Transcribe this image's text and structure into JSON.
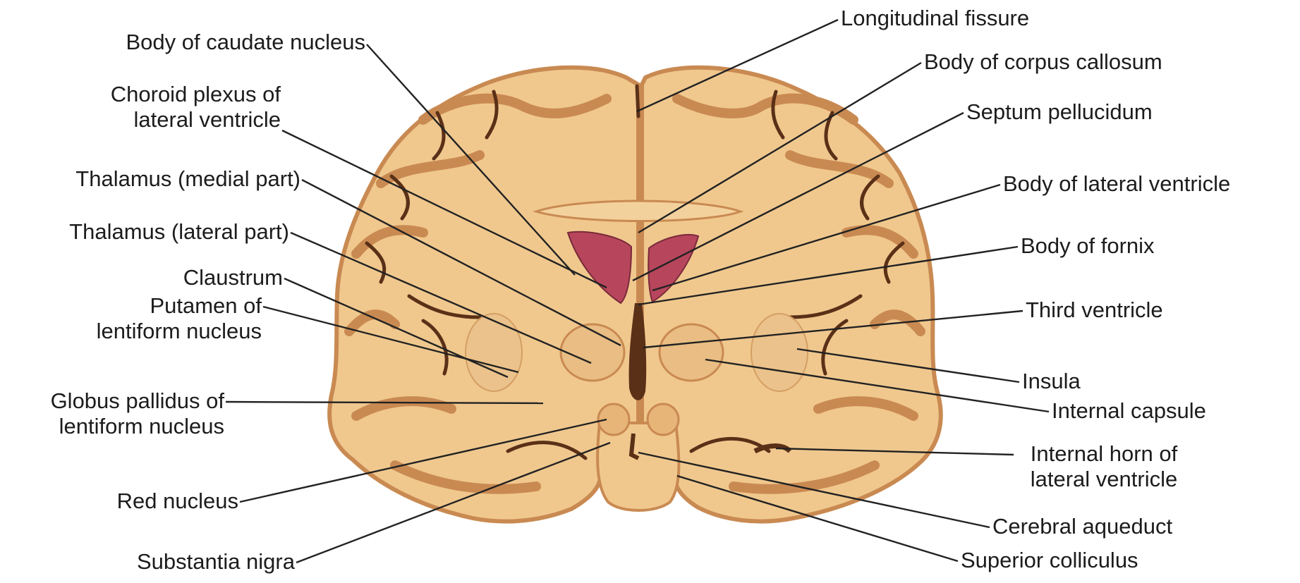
{
  "diagram": {
    "left_labels": [
      {
        "id": "body-caudate",
        "text": "Body of caudate nucleus"
      },
      {
        "id": "choroid-plexus",
        "text": "Choroid plexus of\nlateral ventricle"
      },
      {
        "id": "thalamus-medial",
        "text": "Thalamus (medial part)"
      },
      {
        "id": "thalamus-lateral",
        "text": "Thalamus (lateral part)"
      },
      {
        "id": "claustrum",
        "text": "Claustrum"
      },
      {
        "id": "putamen",
        "text": "Putamen of\nlentiform nucleus"
      },
      {
        "id": "globus-pallidus",
        "text": "Globus pallidus of\nlentiform nucleus"
      },
      {
        "id": "red-nucleus",
        "text": "Red nucleus"
      },
      {
        "id": "substantia-nigra",
        "text": "Substantia nigra"
      }
    ],
    "right_labels": [
      {
        "id": "longitudinal-fissure",
        "text": "Longitudinal fissure"
      },
      {
        "id": "corpus-callosum",
        "text": "Body of corpus callosum"
      },
      {
        "id": "septum-pellucidum",
        "text": "Septum pellucidum"
      },
      {
        "id": "lateral-ventricle-body",
        "text": "Body of lateral ventricle"
      },
      {
        "id": "fornix",
        "text": "Body of fornix"
      },
      {
        "id": "third-ventricle",
        "text": "Third ventricle"
      },
      {
        "id": "insula",
        "text": "Insula"
      },
      {
        "id": "internal-capsule",
        "text": "Internal capsule"
      },
      {
        "id": "inferior-horn",
        "text": "Internal horn of\nlateral ventricle"
      },
      {
        "id": "cerebral-aqueduct",
        "text": "Cerebral aqueduct"
      },
      {
        "id": "superior-colliculus",
        "text": "Superior colliculus"
      }
    ],
    "colors": {
      "tissue": "#f0c88e",
      "cortex_band": "#c98a52",
      "white_matter": "#f3d19c",
      "sulcus": "#5a3017",
      "ventricle": "#b7465c",
      "leader": "#222222"
    }
  }
}
